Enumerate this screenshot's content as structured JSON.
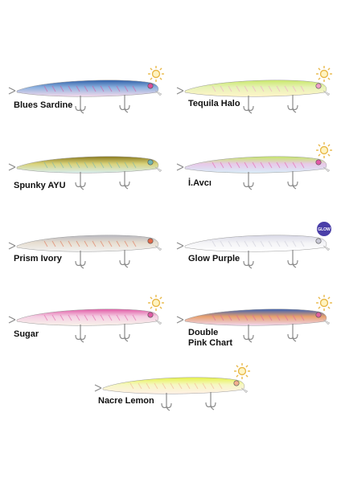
{
  "products": [
    {
      "name": "Blues Sardine",
      "badge": "sun-icon",
      "colors": {
        "top": "#2f5fa8",
        "mid": "#8fb3e0",
        "belly": "#f4d9ea",
        "accent": "#d94f9a"
      }
    },
    {
      "name": "Tequila Halo",
      "badge": "sun-icon",
      "colors": {
        "top": "#c9e86a",
        "mid": "#e8f2b8",
        "belly": "#fff5c9",
        "accent": "#f0a0c8"
      }
    },
    {
      "name": "Spunky AYU",
      "badge": "",
      "colors": {
        "top": "#8a7a1e",
        "mid": "#d9d27a",
        "belly": "#d7eef0",
        "accent": "#6fb6b0"
      }
    },
    {
      "name": "İ.Avcı",
      "badge": "sun-icon",
      "colors": {
        "top": "#c6e868",
        "mid": "#e8c8e8",
        "belly": "#d9eef8",
        "accent": "#e35aa8"
      }
    },
    {
      "name": "Prism Ivory",
      "badge": "",
      "colors": {
        "top": "#b8b8c0",
        "mid": "#e6ddd0",
        "belly": "#f2f2f2",
        "accent": "#e06a4a"
      }
    },
    {
      "name": "Glow Purple",
      "badge": "glow-badge-icon",
      "badge_text": "GLOW",
      "colors": {
        "top": "#d8d8e6",
        "mid": "#f3f3f6",
        "belly": "#ffffff",
        "accent": "#c9c9d6"
      }
    },
    {
      "name": "Sugar",
      "badge": "sun-icon",
      "colors": {
        "top": "#e25aa6",
        "mid": "#f4cfe3",
        "belly": "#f8f2ea",
        "accent": "#e25aa6"
      }
    },
    {
      "name": "Double\nPink Chart",
      "badge": "sun-icon",
      "colors": {
        "top": "#3a5fb0",
        "mid": "#e7a06e",
        "belly": "#f0d6ee",
        "accent": "#e0609e"
      }
    },
    {
      "name": "Nacre Lemon",
      "badge": "sun-icon",
      "colors": {
        "top": "#e6f24a",
        "mid": "#f6f7c4",
        "belly": "#fff0e6",
        "accent": "#f2b08e"
      }
    }
  ]
}
